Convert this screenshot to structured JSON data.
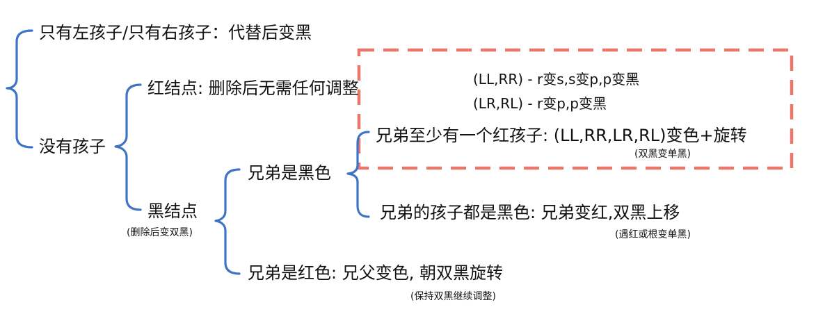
{
  "colors": {
    "brace": "#3f74c4",
    "dashed_box": "#e8786c",
    "text": "#111111"
  },
  "root": {
    "child_only": "只有左孩子/只有右孩子：代替后变黑",
    "no_child": "没有孩子"
  },
  "no_child": {
    "red_node": "红结点: 删除后无需任何调整",
    "black_node": "黑结点",
    "black_node_note": "(删除后变双黑)"
  },
  "black_node": {
    "sibling_black": "兄弟是黑色",
    "sibling_red": "兄弟是红色: 兄父变色, 朝双黑旋转",
    "sibling_red_note": "(保持双黑继续调整)"
  },
  "sibling_black": {
    "has_red_child": "兄弟至少有一个红孩子: (LL,RR,LR,RL)变色+旋转",
    "has_red_child_note": "(双黑变单黑)",
    "all_black_children": "兄弟的孩子都是黑色: 兄弟变红,双黑上移",
    "all_black_children_note": "(遇红或根变单黑)"
  },
  "rotation_cases": {
    "ll_rr": "(LL,RR) - r变s,s变p,p变黑",
    "lr_rl": "(LR,RL) - r变p,p变黑"
  }
}
